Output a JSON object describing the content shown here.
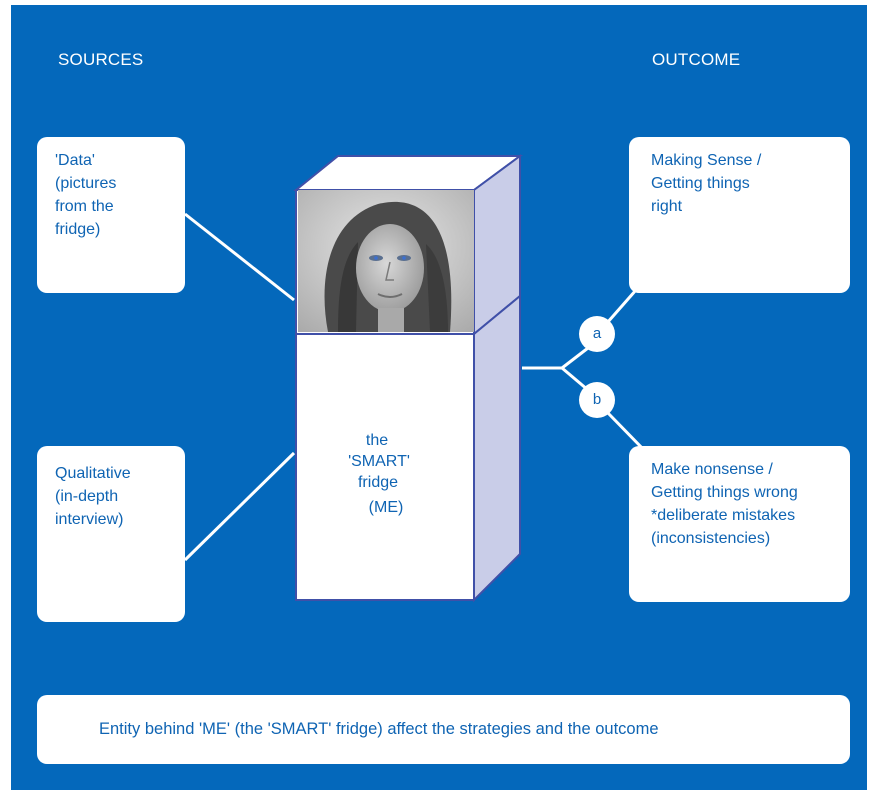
{
  "headings": {
    "sources": "SOURCES",
    "outcome": "OUTCOME"
  },
  "sources": [
    {
      "text": "'Data'\n(pictures\nfrom the\nfridge)"
    },
    {
      "text": "Qualitative\n(in-depth\ninterview)"
    }
  ],
  "outcomes": [
    {
      "text": "Making Sense /\nGetting things\nright"
    },
    {
      "text": "Make nonsense /\nGetting things wrong\n*deliberate mistakes\n(inconsistencies)"
    }
  ],
  "fridge": {
    "line1": "the",
    "line2": "'SMART'",
    "line3": "fridge",
    "line4": "(ME)"
  },
  "branches": {
    "a": "a",
    "b": "b"
  },
  "footer": "Entity behind 'ME' (the 'SMART' fridge) affect the strategies and the outcome",
  "colors": {
    "background": "#0468bb",
    "text": "#0f64b3",
    "fridge_side": "#c9cde8",
    "fridge_edge": "#4050a8"
  }
}
